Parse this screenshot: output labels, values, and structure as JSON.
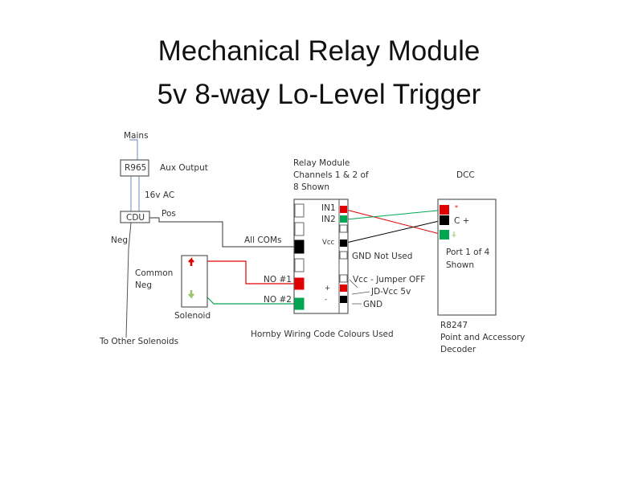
{
  "title": {
    "line1": "Mechanical Relay Module",
    "line2": "5v 8-way Lo-Level Trigger"
  },
  "labels": {
    "mains": "Mains",
    "r965": "R965",
    "aux_output": "Aux Output",
    "ac16": "16v AC",
    "cdu": "CDU",
    "pos": "Pos",
    "neg": "Neg",
    "common_neg_1": "Common",
    "common_neg_2": "Neg",
    "solenoid": "Solenoid",
    "to_other": "To Other Solenoids",
    "relay_module_1": "Relay Module",
    "relay_module_2": "Channels 1 & 2 of",
    "relay_module_3": "8 Shown",
    "all_coms": "All COMs",
    "no1": "NO #1",
    "no2": "NO #2",
    "in1": "IN1",
    "in2": "IN2",
    "vcc": "Vcc",
    "gnd_not_used": "GND Not Used",
    "vcc_jumper": "Vcc - Jumper OFF",
    "jd_vcc": "JD-Vcc 5v",
    "gnd": "GND",
    "pin_plus": "+",
    "pin_minus": "-",
    "hornby": "Hornby Wiring Code Colours Used",
    "dcc": "DCC",
    "c_plus": "C +",
    "port_1": "Port 1 of 4",
    "port_2": "Shown",
    "r8247_1": "R8247",
    "r8247_2": "Point and Accessory",
    "r8247_3": "Decoder"
  },
  "colors": {
    "red": "#e00000",
    "green": "#00a651",
    "black": "#000000",
    "wire_blue": "#7f9fc4",
    "box_border": "#5a5a5a"
  }
}
